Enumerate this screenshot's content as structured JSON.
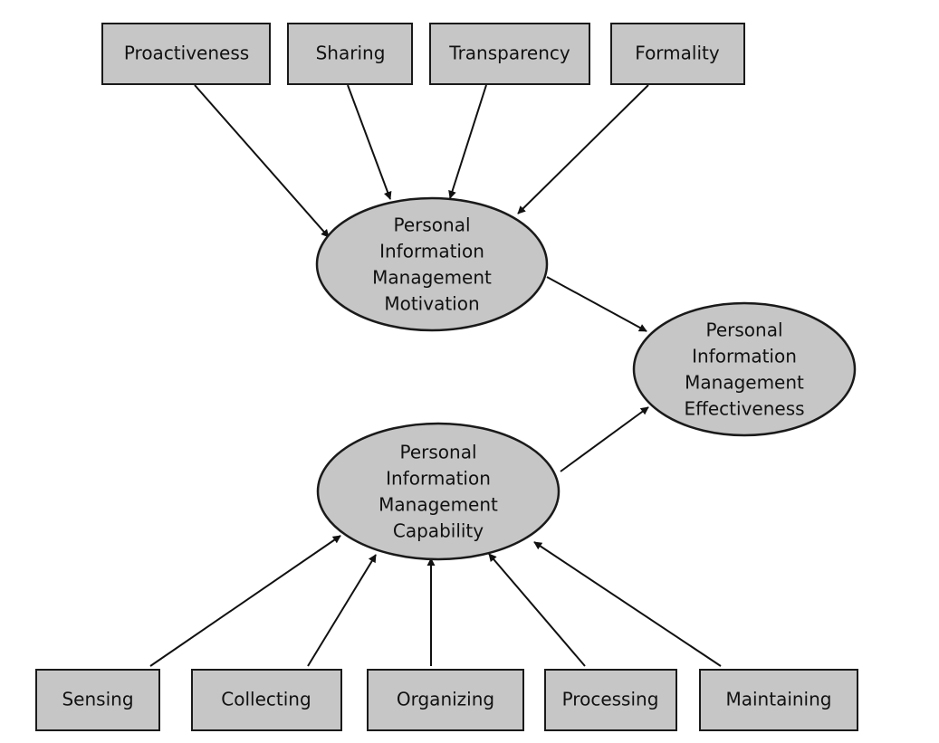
{
  "nodes": {
    "proactiveness": "Proactiveness",
    "sharing": "Sharing",
    "transparency": "Transparency",
    "formality": "Formality",
    "motivation": [
      "Personal",
      "Information",
      "Management",
      "Motivation"
    ],
    "effectiveness": [
      "Personal",
      "Information",
      "Management",
      "Effectiveness"
    ],
    "capability": [
      "Personal",
      "Information",
      "Management",
      "Capability"
    ],
    "sensing": "Sensing",
    "collecting": "Collecting",
    "organizing": "Organizing",
    "processing": "Processing",
    "maintaining": "Maintaining"
  },
  "colors": {
    "fill": "#c6c6c6",
    "stroke": "#1a1a1a"
  }
}
